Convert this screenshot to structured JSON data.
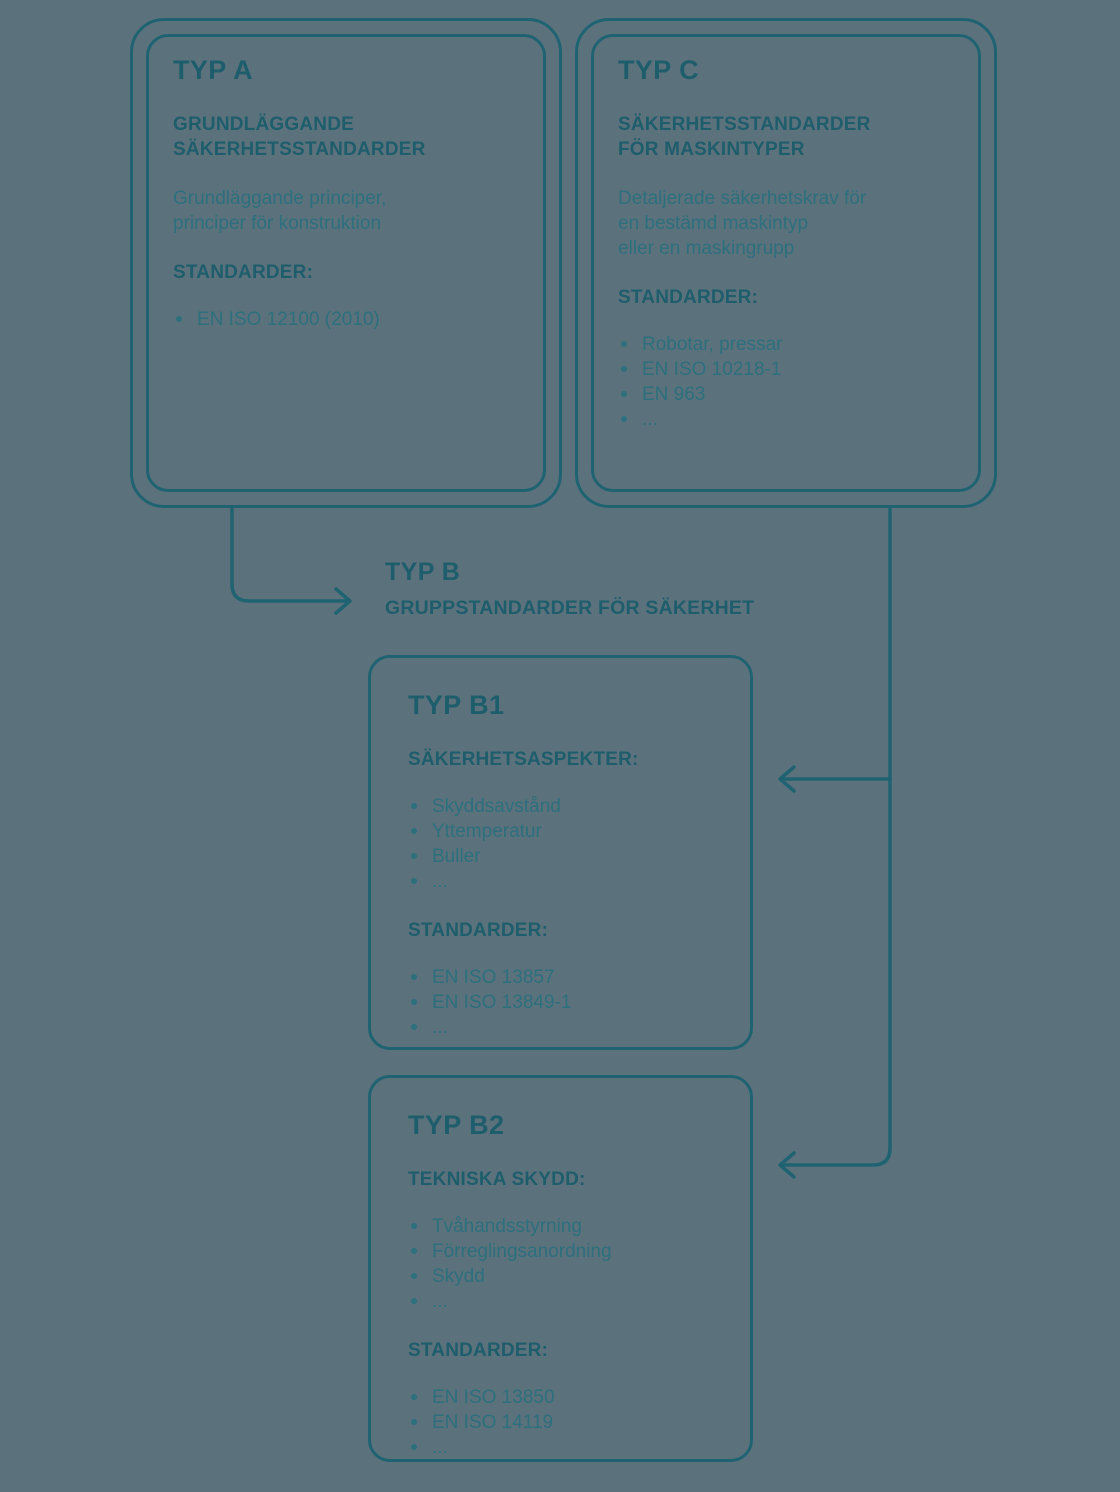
{
  "typ_a": {
    "title": "TYP A",
    "subtitle_lines": [
      "GRUNDLÄGGANDE",
      "SÄKERHETSSTANDARDER"
    ],
    "description_lines": [
      "Grundläggande principer,",
      "principer för konstruktion"
    ],
    "standards_label": "STANDARDER:",
    "standards": [
      "EN ISO 12100 (2010)"
    ]
  },
  "typ_c": {
    "title": "TYP C",
    "subtitle_lines": [
      "SÄKERHETSSTANDARDER",
      "FÖR MASKINTYPER"
    ],
    "description_lines": [
      "Detaljerade säkerhetskrav för",
      "en bestämd maskintyp",
      "eller en maskingrupp"
    ],
    "standards_label": "STANDARDER:",
    "standards": [
      "Robotar, pressar",
      "EN ISO 10218-1",
      "EN 963",
      "..."
    ]
  },
  "typ_b": {
    "title": "TYP B",
    "subtitle": "GRUPPSTANDARDER FÖR SÄKERHET"
  },
  "typ_b1": {
    "title": "TYP B1",
    "aspects_label": "SÄKERHETSASPEKTER:",
    "aspects": [
      "Skyddsavstånd",
      "Yttemperatur",
      "Buller",
      "..."
    ],
    "standards_label": "STANDARDER:",
    "standards": [
      "EN ISO 13857",
      "EN ISO 13849-1",
      "..."
    ]
  },
  "typ_b2": {
    "title": "TYP B2",
    "aspects_label": "TEKNISKA SKYDD:",
    "aspects": [
      "Tvåhandsstyrning",
      "Förreglingsanordning",
      "Skydd",
      "..."
    ],
    "standards_label": "STANDARDER:",
    "standards": [
      "EN ISO 13850",
      "EN ISO 14119",
      "..."
    ]
  },
  "colors": {
    "background": "#5b727c",
    "line": "#1f6372",
    "heading": "#1e5d6c",
    "body": "#2c6f7d"
  }
}
